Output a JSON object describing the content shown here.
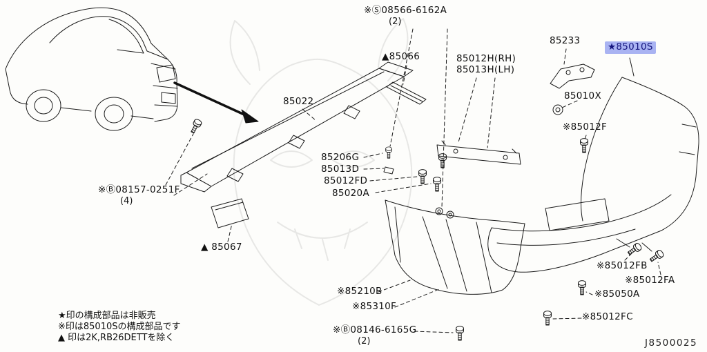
{
  "diagram_code": "J8500025",
  "colors": {
    "highlight_bg": "#a9b3f2",
    "highlight_fg": "#15157e",
    "line": "#1a1a1a"
  },
  "labels": {
    "s08566": {
      "text": "※Ⓢ08566-6162A",
      "qty": "(2)"
    },
    "a85066": {
      "text": "▲85066"
    },
    "h85012": {
      "text": "85012H(RH)"
    },
    "h85013": {
      "text": "85013H(LH)"
    },
    "n85233": {
      "text": "85233"
    },
    "s85010": {
      "text": "★85010S"
    },
    "n85022": {
      "text": "85022"
    },
    "x85010": {
      "text": "85010X"
    },
    "f85012": {
      "text": "※85012F"
    },
    "g85206": {
      "text": "85206G"
    },
    "d85013": {
      "text": "85013D"
    },
    "fd85012": {
      "text": "85012FD"
    },
    "a85020": {
      "text": "85020A"
    },
    "b08157": {
      "text": "※Ⓑ08157-0251F",
      "qty": "(4)"
    },
    "a85067": {
      "text": "▲ 85067"
    },
    "fb85012": {
      "text": "※85012FB"
    },
    "fa85012": {
      "text": "※85012FA"
    },
    "a85050": {
      "text": "※85050A"
    },
    "b85210": {
      "text": "※85210B"
    },
    "f85310": {
      "text": "※85310F"
    },
    "fc85012": {
      "text": "※85012FC"
    },
    "b08146": {
      "text": "※Ⓑ08146-6165G",
      "qty": "(2)"
    }
  },
  "legend": {
    "star": "★印の構成部品は非販売",
    "ref": "※印は85010Sの構成部品です",
    "triangle": "▲ 印は2K,RB26DETTを除く"
  }
}
